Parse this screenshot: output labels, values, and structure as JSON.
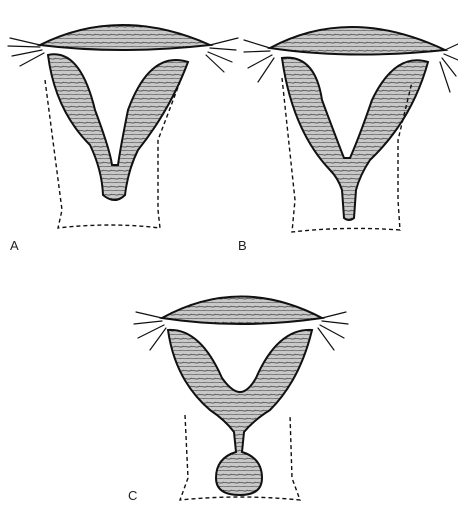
{
  "panels": [
    {
      "label": "A"
    },
    {
      "label": "B"
    },
    {
      "label": "C"
    }
  ],
  "colors": {
    "ink": "#111111",
    "tissue_fill": "#bdbdbd",
    "background": "#ffffff"
  }
}
